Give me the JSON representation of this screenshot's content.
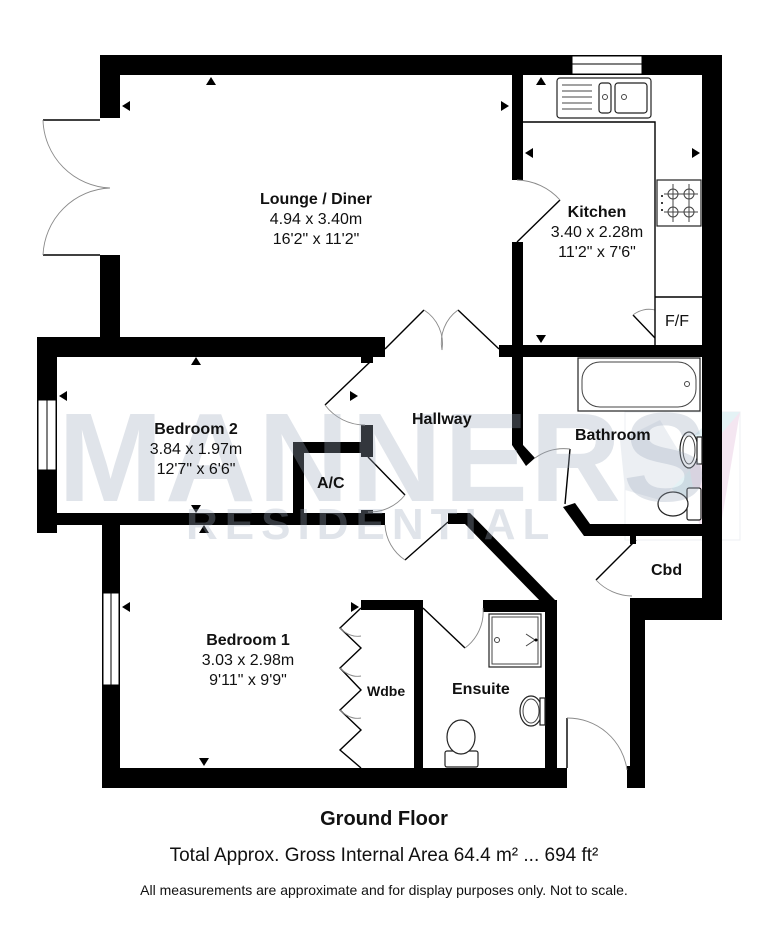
{
  "floor": {
    "title": "Ground Floor",
    "area_text": "Total Approx. Gross Internal Area 64.4 m² ... 694 ft²",
    "disclaimer": "All measurements are approximate and for display purposes only. Not to scale."
  },
  "watermark": {
    "brand": "MANNERS",
    "sub": "RESIDENTIAL"
  },
  "rooms": {
    "lounge": {
      "name": "Lounge / Diner",
      "metric": "4.94 x 3.40m",
      "imperial": "16'2\" x 11'2\""
    },
    "kitchen": {
      "name": "Kitchen",
      "metric": "3.40 x 2.28m",
      "imperial": "11'2\" x 7'6\""
    },
    "bedroom2": {
      "name": "Bedroom 2",
      "metric": "3.84 x 1.97m",
      "imperial": "12'7\" x 6'6\""
    },
    "bedroom1": {
      "name": "Bedroom 1",
      "metric": "3.03 x 2.98m",
      "imperial": "9'11\" x 9'9\""
    },
    "hallway": {
      "name": "Hallway"
    },
    "bathroom": {
      "name": "Bathroom"
    },
    "ensuite": {
      "name": "Ensuite"
    },
    "ac": {
      "name": "A/C"
    },
    "cbd": {
      "name": "Cbd"
    },
    "wardrobe": {
      "name": "Wdbe"
    },
    "fridge_freezer": {
      "name": "F/F"
    }
  },
  "colors": {
    "wall": "#000000",
    "watermark_grey": "#a0aabe",
    "logo_cyan": "#cfe9ee",
    "logo_pink": "#ecd3e6"
  }
}
